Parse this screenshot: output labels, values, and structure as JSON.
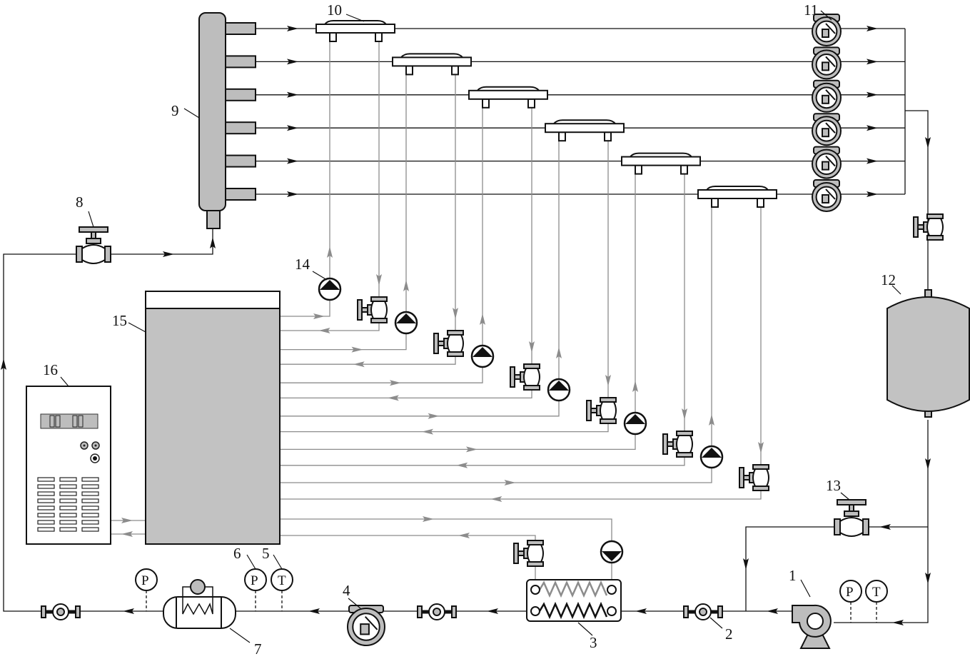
{
  "colors": {
    "line": "#111111",
    "gray_line": "#8c8c8c",
    "gray_fill": "#bdbdbd",
    "tank": "#c2c2c2"
  },
  "labels": {
    "pump": "1",
    "flowmeter": "2",
    "heat_exchanger": "3",
    "coriolis_meter": "4",
    "temp_gauge": "5",
    "pressure_gauge": "6",
    "heater": "7",
    "inlet_valve": "8",
    "manifold": "9",
    "sample_holder": "10",
    "branch_flowmeter": "11",
    "buffer_tank": "12",
    "bypass_valve": "13",
    "circulation_pump": "14",
    "thermostat_tank": "15",
    "controller": "16"
  },
  "gauges": {
    "pressure": "P",
    "temperature": "T"
  },
  "branch_count": 6
}
